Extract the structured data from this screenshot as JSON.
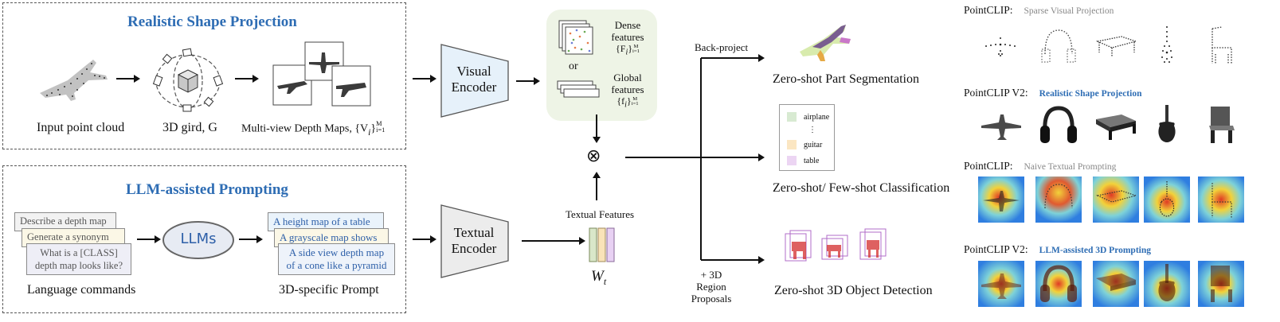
{
  "top_panel": {
    "title": "Realistic Shape Projection",
    "input_caption": "Input point cloud",
    "grid_caption": "3D gird, G",
    "depth_caption": "Multi-view Depth Maps, {V",
    "depth_caption_sub": "i",
    "depth_caption_close": "}",
    "depth_caption_range_sub": "i=1",
    "depth_caption_range_sup": "M"
  },
  "bottom_panel": {
    "title": "LLM-assisted Prompting",
    "commands": [
      "Describe a depth map",
      "Generate a synonym",
      "What is a [CLASS]",
      "depth map looks like?"
    ],
    "llm_label": "LLMs",
    "prompts": [
      "A height map of a table",
      "A grayscale map shows",
      "A side view depth map",
      "of a cone like a pyramid"
    ],
    "commands_caption": "Language commands",
    "prompt_caption": "3D-specific Prompt"
  },
  "encoders": {
    "visual": [
      "Visual",
      "Encoder"
    ],
    "textual": [
      "Textual",
      "Encoder"
    ]
  },
  "features": {
    "dense": [
      "Dense",
      "features"
    ],
    "dense_math": "{F",
    "dense_sub": "i",
    "or_label": "or",
    "global": [
      "Global",
      "features"
    ],
    "global_math": "{f",
    "global_sub": "i",
    "range_sub": "i=1",
    "range_sup": "M",
    "close": "}",
    "textual_features_label": "Textual Features",
    "wt_label": "W",
    "wt_sub": "t",
    "otimes": "⊗"
  },
  "tasks": {
    "back_project": "Back-project",
    "region_proposals": [
      "+ 3D Region",
      "Proposals"
    ],
    "part_seg": "Zero-shot Part Segmentation",
    "classification": "Zero-shot/ Few-shot Classification",
    "detection": "Zero-shot 3D Object Detection",
    "legend": [
      {
        "label": "airplane",
        "color": "#d8ead2"
      },
      {
        "label": "⋮",
        "color": ""
      },
      {
        "label": "guitar",
        "color": "#fbe6c2"
      },
      {
        "label": "table",
        "color": "#ecd5f3"
      }
    ]
  },
  "gallery": {
    "rows": [
      {
        "label": "PointCLIP:",
        "sub": "Sparse Visual Projection",
        "style": "gray"
      },
      {
        "label": "PointCLIP V2:",
        "sub": "Realistic Shape Projection",
        "style": "blue"
      },
      {
        "label": "PointCLIP:",
        "sub": "Naive Textual Prompting",
        "style": "gray"
      },
      {
        "label": "PointCLIP V2:",
        "sub": "LLM-assisted 3D Prompting",
        "style": "blue"
      }
    ],
    "objects": [
      "airplane-icon",
      "headphones-icon",
      "table-icon",
      "guitar-icon",
      "chair-icon"
    ]
  },
  "colors": {
    "accent_blue": "#2e6db4",
    "visual_encoder_fill": "#e6f1fa",
    "textual_encoder_fill": "#ececec",
    "feature_panel_fill": "#eef4e6",
    "heat_blue": "#2f7ee0",
    "heat_red": "#e03a24"
  }
}
